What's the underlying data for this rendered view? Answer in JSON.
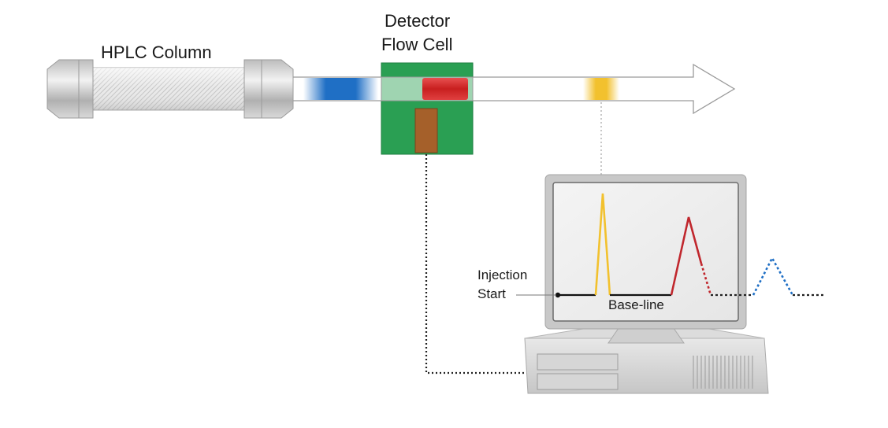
{
  "labels": {
    "column": "HPLC Column",
    "detector_line1": "Detector",
    "detector_line2": "Flow Cell",
    "injection_line1": "Injection",
    "injection_line2": "Start",
    "baseline": "Base-line"
  },
  "colors": {
    "blue_band": "#1f6fc5",
    "red_band": "#d42a2a",
    "yellow_band": "#f2c12e",
    "detector_green": "#1f9a4a",
    "sensor_brown": "#a5602a",
    "monitor_gray": "#c8c8c8"
  }
}
